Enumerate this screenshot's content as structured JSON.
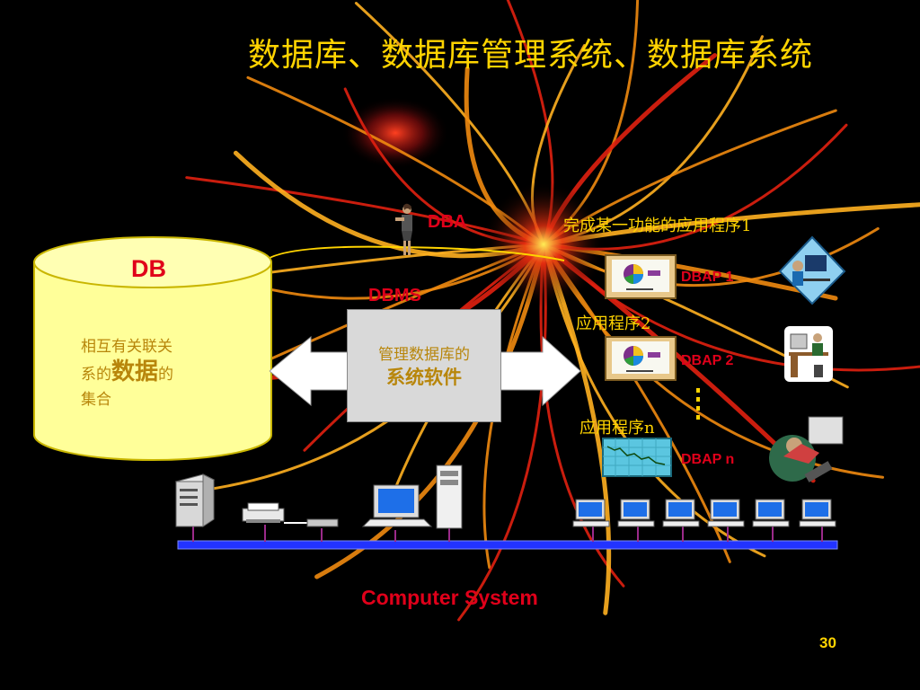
{
  "title": "数据库、数据库管理系统、数据库系统",
  "db": {
    "label": "DB",
    "desc_line1": "相互有关联关",
    "desc_prefix": "系的",
    "desc_emph": "数据",
    "desc_suffix": "的",
    "desc_line3": "集合"
  },
  "dbms": {
    "label": "DBMS",
    "line1": "管理数据库的",
    "line2": "系统软件"
  },
  "dba": {
    "label": "DBA"
  },
  "apps": [
    {
      "label": "完成某一功能的应用程序1",
      "dbap": "DBAP 1"
    },
    {
      "label": "应用程序2",
      "dbap": "DBAP 2"
    },
    {
      "label": "应用程序n",
      "dbap": "DBAP n"
    }
  ],
  "footer": {
    "system_label": "Computer System",
    "page_number": "30"
  },
  "colors": {
    "title": "#FFD400",
    "label_red": "#E0001A",
    "db_fill": "#FFFF99",
    "bus": "#2233FF",
    "background": "#000000"
  },
  "icons": [
    "woman-icon",
    "monitor-pie-chart-icon",
    "line-chart-icon",
    "computer-user-icon",
    "help-desk-icon",
    "typist-icon",
    "tower-server-icon",
    "printer-icon",
    "workstation-icon",
    "desktop-pc-icon"
  ]
}
